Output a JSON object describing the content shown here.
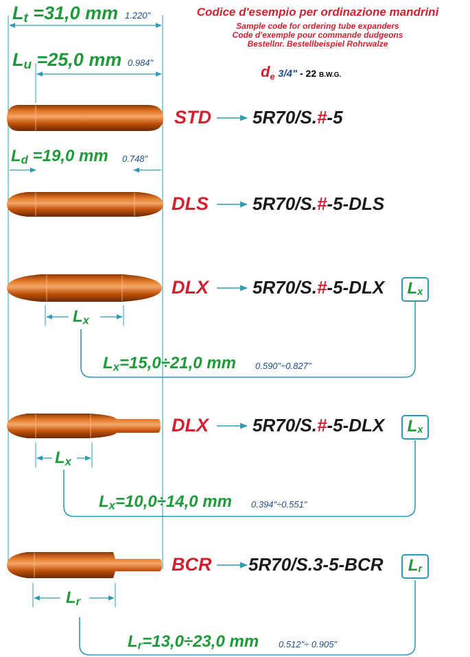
{
  "header": {
    "title": "Codice d'esempio per ordinazione mandrini",
    "sub_en": "Sample code for ordering tube expanders",
    "sub_fr": "Code d'exemple pour commande dudgeons",
    "sub_de": "Bestellnr. Bestellbeispiel Rohrwalze"
  },
  "de": {
    "symbol": "d",
    "subscript": "e",
    "fraction": "3/4\"",
    "rest": " - 22 ",
    "bwg": "B.W.G."
  },
  "lt": {
    "prefix": "L",
    "sub": "t",
    "value": " =31,0 mm",
    "inch": "1.220\""
  },
  "lu": {
    "prefix": "L",
    "sub": "u",
    "value": " =25,0 mm",
    "inch": "0.984\""
  },
  "ld": {
    "prefix": "L",
    "sub": "d",
    "value": " =19,0 mm",
    "inch": "0.748\""
  },
  "rows": [
    {
      "type": "STD",
      "code_a": "5R70/S.",
      "hash": "#",
      "code_b": "-5"
    },
    {
      "type": "DLS",
      "code_a": "5R70/S.",
      "hash": "#",
      "code_b": "-5-DLS"
    },
    {
      "type": "DLX",
      "code_a": "5R70/S.",
      "hash": "#",
      "code_b": "-5-DLX",
      "box": "L",
      "box_sub": "x"
    },
    {
      "type": "DLX",
      "code_a": "5R70/S.",
      "hash": "#",
      "code_b": "-5-DLX",
      "box": "L",
      "box_sub": "x"
    },
    {
      "type": "BCR",
      "code_a": "5R70/S.3-5-BCR",
      "hash": "",
      "code_b": "",
      "box": "L",
      "box_sub": "r"
    }
  ],
  "labels": {
    "lx1": {
      "prefix": "L",
      "sub": "x"
    },
    "lx2": {
      "prefix": "L",
      "sub": "x"
    },
    "lr": {
      "prefix": "L",
      "sub": "r"
    }
  },
  "ranges": {
    "lx1": {
      "prefix": "L",
      "sub": "x",
      "value": "=15,0÷21,0 mm",
      "inch": "0.590\"÷0.827\""
    },
    "lx2": {
      "prefix": "L",
      "sub": "x",
      "value": "=10,0÷14,0 mm",
      "inch": "0.394\"÷0.551\""
    },
    "lr": {
      "prefix": "L",
      "sub": "r",
      "value": "=13,0÷23,0 mm",
      "inch": "0.512\"÷ 0.905\""
    }
  },
  "colors": {
    "body": "#c4540c",
    "body_highlight": "#f0a060",
    "body_shadow": "#7a2e05",
    "dimension_line": "#2b9bb7",
    "green_text": "#1e9a3a",
    "red_text": "#d3202f",
    "blue_text": "#1f4e8f"
  }
}
